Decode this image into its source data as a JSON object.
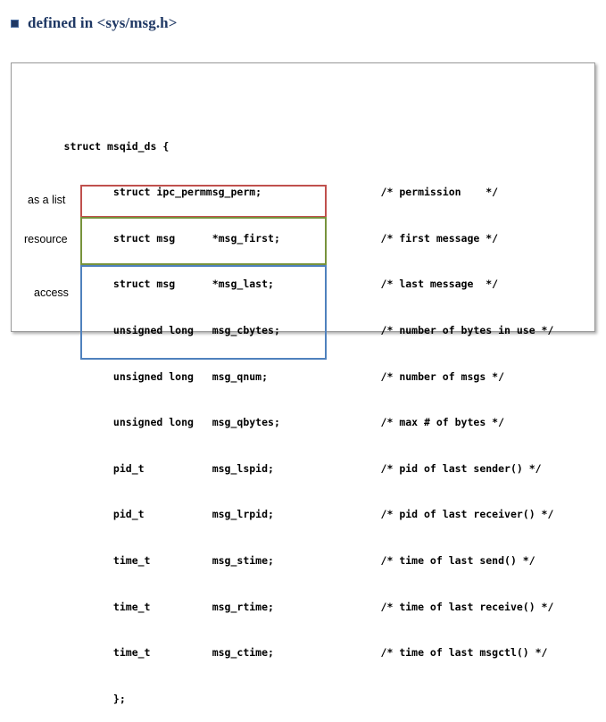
{
  "heading": {
    "bullet_icon": "square-bullet-icon",
    "text": "defined in <sys/msg.h>",
    "color": "#1F3864"
  },
  "annotations": [
    {
      "id": "as-a-list",
      "label": "as a list"
    },
    {
      "id": "resource",
      "label": "resource"
    },
    {
      "id": "access",
      "label": "access"
    }
  ],
  "highlights": [
    {
      "id": "list-group",
      "color": "#C0504D",
      "covers": "msg_first / msg_last"
    },
    {
      "id": "resource-group",
      "color": "#77933C",
      "covers": "msg_cbytes / msg_qnum / msg_qbytes"
    },
    {
      "id": "access-group",
      "color": "#4F81BD",
      "covers": "msg_lspid / msg_lrpid / msg_stime / msg_rtime / msg_ctime"
    }
  ],
  "code": {
    "lines": [
      {
        "decl": "struct msqid_ds {",
        "comment": ""
      },
      {
        "decl": "        struct ipc_permmsg_perm;",
        "comment": "/* permission    */"
      },
      {
        "decl": "        struct msg      *msg_first;",
        "comment": "/* first message */"
      },
      {
        "decl": "        struct msg      *msg_last;",
        "comment": "/* last message  */"
      },
      {
        "decl": "        unsigned long   msg_cbytes;",
        "comment": "/* number of bytes in use */"
      },
      {
        "decl": "        unsigned long   msg_qnum;",
        "comment": "/* number of msgs */"
      },
      {
        "decl": "        unsigned long   msg_qbytes;",
        "comment": "/* max # of bytes */"
      },
      {
        "decl": "        pid_t           msg_lspid;",
        "comment": "/* pid of last sender() */"
      },
      {
        "decl": "        pid_t           msg_lrpid;",
        "comment": "/* pid of last receiver() */"
      },
      {
        "decl": "        time_t          msg_stime;",
        "comment": "/* time of last send() */"
      },
      {
        "decl": "        time_t          msg_rtime;",
        "comment": "/* time of last receive() */"
      },
      {
        "decl": "        time_t          msg_ctime;",
        "comment": "/* time of last msgctl() */"
      },
      {
        "decl": "        };",
        "comment": ""
      }
    ]
  }
}
